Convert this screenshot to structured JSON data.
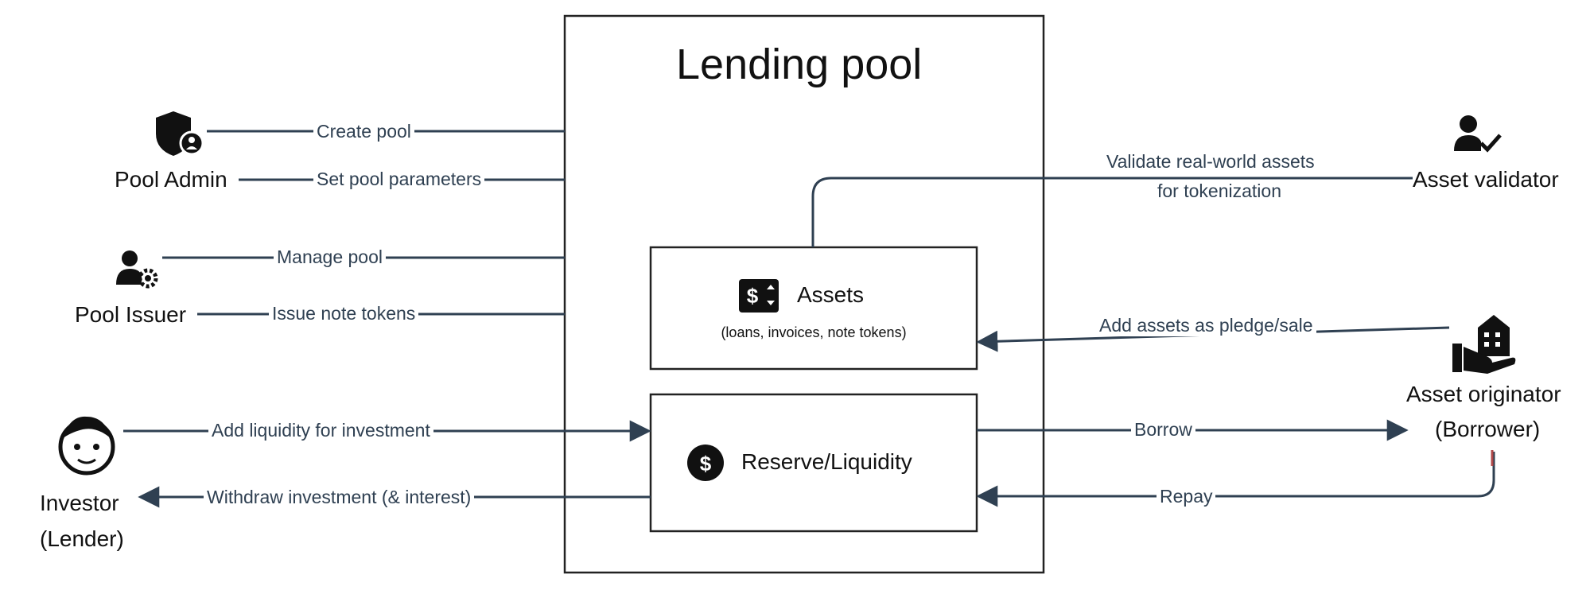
{
  "pool": {
    "title": "Lending pool"
  },
  "components": {
    "assets": {
      "title": "Assets",
      "subtitle": "(loans, invoices, note tokens)",
      "icon": "dollar-exchange-icon"
    },
    "reserve": {
      "title": "Reserve/Liquidity",
      "icon": "dollar-coin-icon"
    }
  },
  "actors": {
    "pool_admin": {
      "label": "Pool Admin",
      "icon": "shield-user-icon"
    },
    "pool_issuer": {
      "label": "Pool Issuer",
      "icon": "user-gear-icon"
    },
    "investor": {
      "label_line1": "Investor",
      "label_line2": "(Lender)",
      "icon": "face-icon"
    },
    "asset_validator": {
      "label": "Asset validator",
      "icon": "user-check-icon"
    },
    "asset_originator": {
      "label_line1": "Asset originator",
      "label_line2": "(Borrower)",
      "icon": "hand-building-icon"
    }
  },
  "edges": {
    "create_pool": "Create pool",
    "set_params": "Set pool parameters",
    "manage_pool": "Manage pool",
    "issue_notes": "Issue note tokens",
    "add_liquidity": "Add liquidity for investment",
    "withdraw": "Withdraw investment (& interest)",
    "validate_line1": "Validate real-world assets",
    "validate_line2": "for tokenization",
    "add_assets": "Add assets as pledge/sale",
    "borrow": "Borrow",
    "repay": "Repay"
  },
  "colors": {
    "line": "#2f4052",
    "text": "#111111",
    "accent": "#b04848"
  }
}
